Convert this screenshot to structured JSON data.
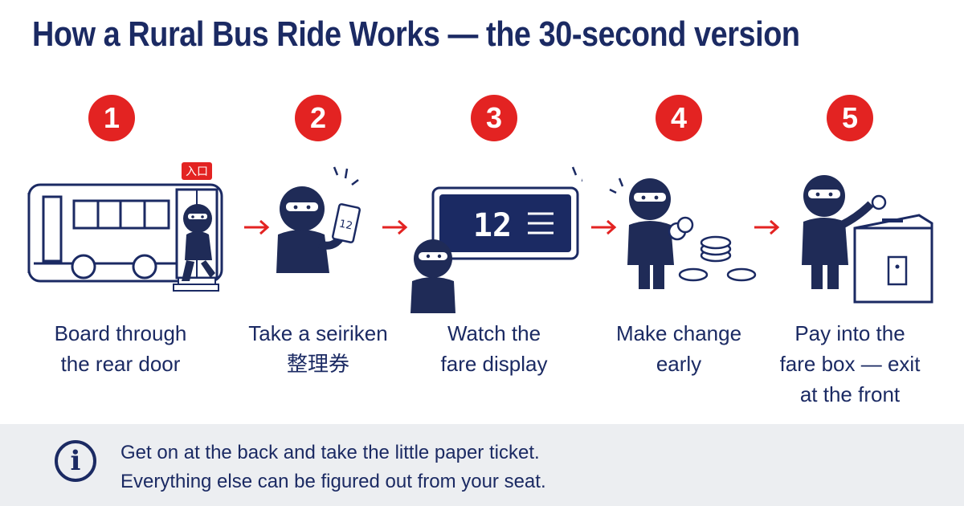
{
  "title": "How a Rural Bus Ride Works — the 30-second version",
  "steps": [
    {
      "number": "1",
      "lines": [
        "Board through",
        "the rear door"
      ],
      "sign": "入口"
    },
    {
      "number": "2",
      "lines": [
        "Take a seiriken",
        "整理券"
      ],
      "ticket_number": "12"
    },
    {
      "number": "3",
      "lines": [
        "Watch the",
        "fare display"
      ],
      "display_number": "12"
    },
    {
      "number": "4",
      "lines": [
        "Make change",
        "early"
      ]
    },
    {
      "number": "5",
      "lines": [
        "Pay into the",
        "fare box — exit",
        "at the front"
      ]
    }
  ],
  "footer": {
    "icon": "info-icon",
    "lines": [
      "Get on at the back and take the little paper ticket.",
      "Everything else can be figured out from your seat."
    ]
  },
  "colors": {
    "accent": "#e32322",
    "navy": "#1b2a63",
    "footer_bg": "#eceef1"
  }
}
